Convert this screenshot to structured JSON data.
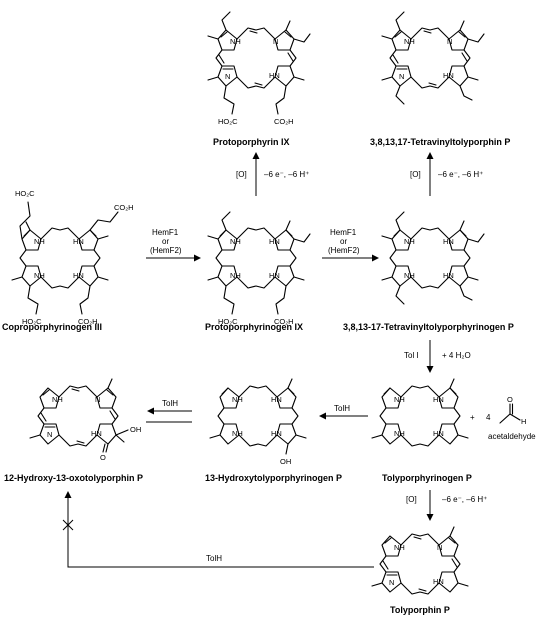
{
  "compounds": {
    "coproporphyrinogen": "Coproporphyrinogen III",
    "protoporphyrinogen": "Protoporphyrinogen IX",
    "protoporphyrin": "Protoporphyrin IX",
    "tetravinyl_ogen": "3,8,13-17-Tetravinyltolyporphyrinogen P",
    "tetravinyl_rin": "3,8,13,17-Tetravinyltolyporphin P",
    "tolyporphyrinogen": "Tolyporphyrinogen P",
    "tolyporphin": "Tolyporphin P",
    "hydroxy_ogen": "13-Hydroxytolyporphyrinogen P",
    "hydroxy_oxo": "12-Hydroxy-13-oxotolyporphin P"
  },
  "arrows": {
    "a1_top": "HemF1",
    "a1_mid": "or",
    "a1_bot": "(HemF2)",
    "a2_top": "HemF1",
    "a2_mid": "or",
    "a2_bot": "(HemF2)",
    "ox_left": "[O]",
    "ox_right": "–6 e⁻, –6 H⁺",
    "toli": "Tol I",
    "water": "+ 4 H₂O",
    "tolh": "TolH"
  },
  "byproduct": {
    "plus": "+",
    "count": "4",
    "name": "acetaldehyde"
  },
  "atoms": {
    "NH": "NH",
    "HN": "HN",
    "N": "N",
    "HO2C": "HO₂C",
    "CO2H": "CO₂H",
    "OH": "OH",
    "O": "O",
    "H": "H"
  }
}
